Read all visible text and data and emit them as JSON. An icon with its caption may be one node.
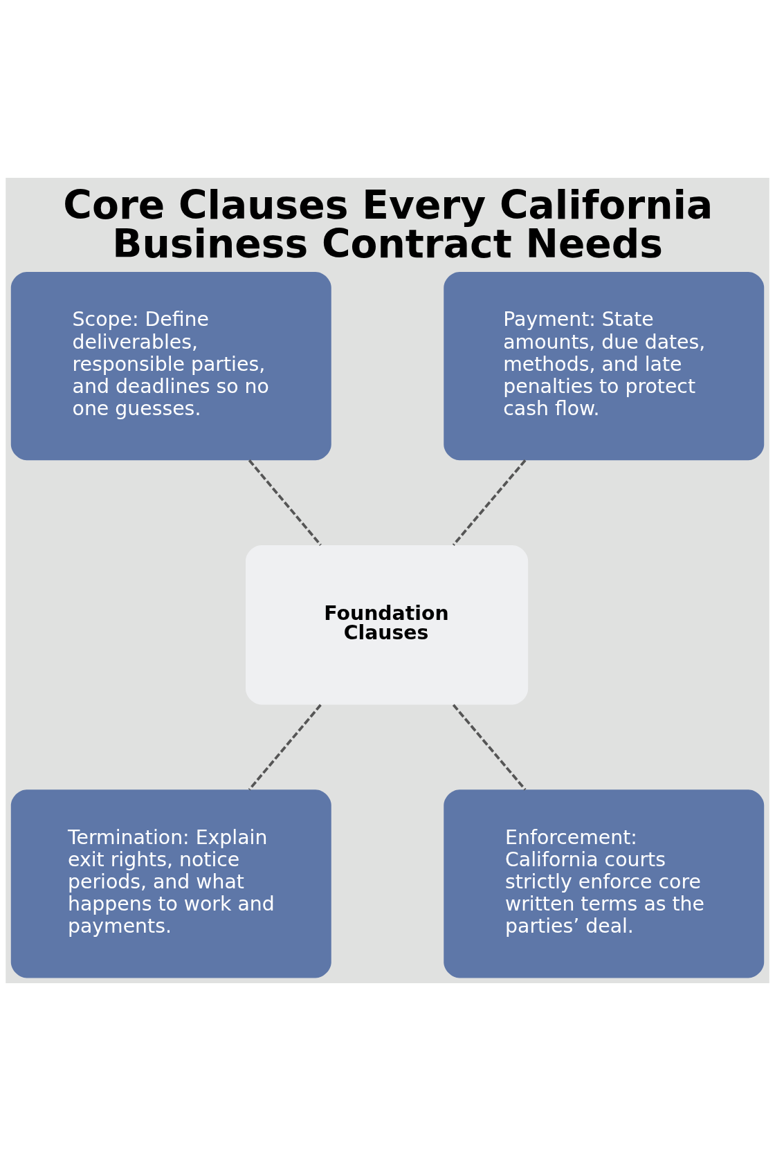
{
  "diagram": {
    "title": "Core Clauses Every California Business Contract Needs",
    "nodes": [
      {
        "text": [
          "Scope: Define deliverables, responsible parties, and deadlines so no one guesses."
        ]
      },
      {
        "text": [
          "Payment: State amounts, due dates, methods, and late penalties to protect cash flow."
        ]
      },
      {
        "text": [
          "Foundation Clauses"
        ]
      },
      {
        "text": [
          "Termination: Explain exit rights, notice periods, and what happens to work and payments."
        ]
      },
      {
        "text": [
          "Enforcement: California courts strictly enforce core written terms as the parties’ deal."
        ]
      }
    ],
    "edges": [
      {
        "from": 0,
        "to": 2,
        "arrow": "none",
        "style": "dashed"
      },
      {
        "from": 1,
        "to": 2,
        "arrow": "none",
        "style": "dashed"
      },
      {
        "from": 2,
        "to": 3,
        "arrow": "none",
        "style": "dashed"
      },
      {
        "from": 2,
        "to": 4,
        "arrow": "none",
        "style": "dashed"
      }
    ]
  }
}
